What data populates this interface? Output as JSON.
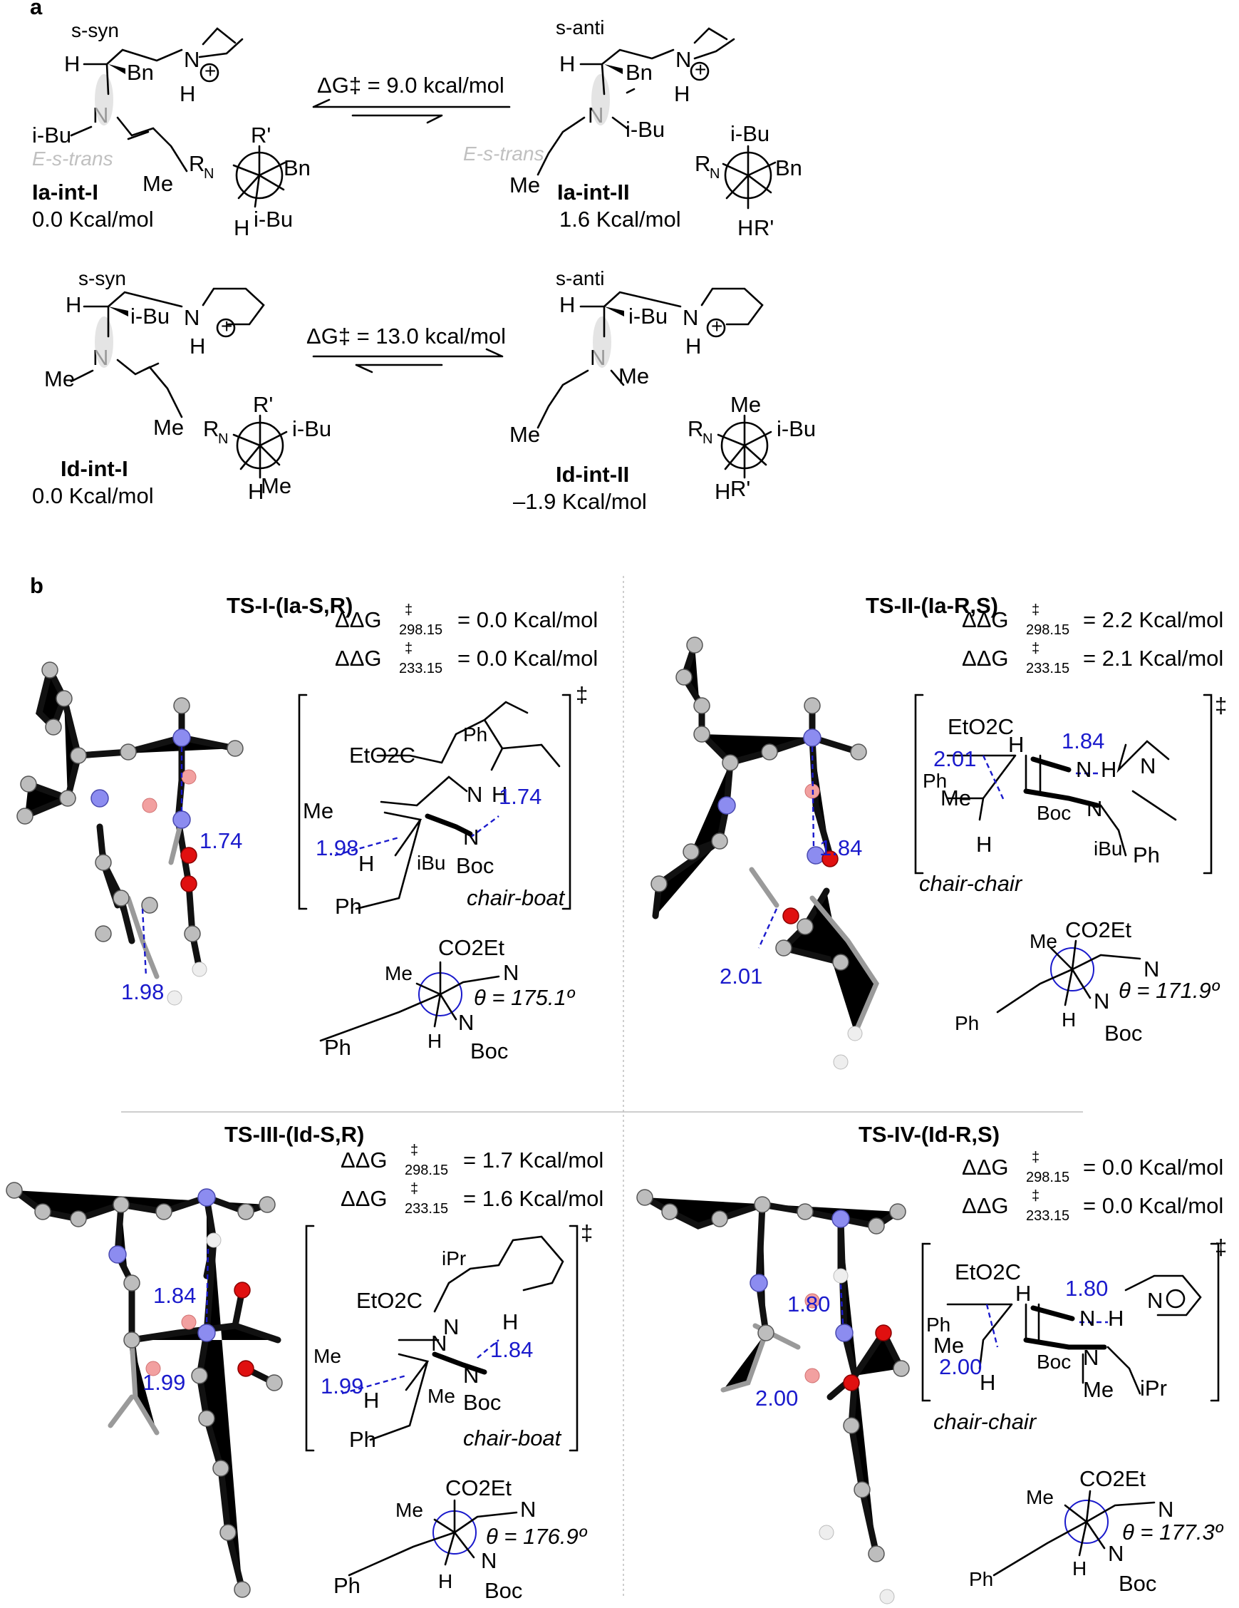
{
  "panel_a": {
    "label": "a",
    "row1": {
      "left": {
        "conf": "s-syn",
        "name": "Ia-int-I",
        "energy": "0.0 Kcal/mol",
        "ghost": "E-s-trans",
        "atoms": {
          "H": "H",
          "Bn": "Bn",
          "N": "N",
          "NH": "H",
          "iBu": "i-Bu",
          "Me": "Me"
        },
        "newman": {
          "RN": "R",
          "RN_sub": "N",
          "top": "R'",
          "right": "Bn",
          "bottom_left": "H",
          "bottom_right": "i-Bu"
        }
      },
      "arrow": {
        "label": "ΔG‡ = 9.0 kcal/mol"
      },
      "right": {
        "conf": "s-anti",
        "name": "Ia-int-II",
        "energy": "1.6 Kcal/mol",
        "ghost": "E-s-trans",
        "atoms": {
          "H": "H",
          "Bn": "Bn",
          "N": "N",
          "NH": "H",
          "iBu": "i-Bu",
          "Me": "Me"
        },
        "newman": {
          "RN": "R",
          "RN_sub": "N",
          "top": "i-Bu",
          "right": "Bn",
          "bottom_left": "H",
          "bottom_right": "R'"
        }
      }
    },
    "row2": {
      "left": {
        "conf": "s-syn",
        "name": "Id-int-I",
        "energy": "0.0 Kcal/mol",
        "atoms": {
          "H": "H",
          "iBu": "i-Bu",
          "N": "N",
          "NH": "H",
          "Me1": "Me",
          "Me2": "Me"
        },
        "newman": {
          "RN": "R",
          "RN_sub": "N",
          "top": "R'",
          "right": "i-Bu",
          "bottom_left": "H",
          "bottom_right": "Me"
        }
      },
      "arrow": {
        "label": "ΔG‡ = 13.0 kcal/mol"
      },
      "right": {
        "conf": "s-anti",
        "name": "Id-int-II",
        "energy": "–1.9 Kcal/mol",
        "atoms": {
          "H": "H",
          "iBu": "i-Bu",
          "N": "N",
          "NH": "H",
          "Me1": "Me",
          "Me2": "Me"
        },
        "newman": {
          "RN": "R",
          "RN_sub": "N",
          "top": "Me",
          "right": "i-Bu",
          "bottom_left": "H",
          "bottom_right": "R'"
        }
      }
    }
  },
  "panel_b": {
    "label": "b",
    "ts": [
      {
        "title": "TS-I-(Ia-S,R)",
        "dg298": "= 0.0 Kcal/mol",
        "dg233": "= 0.0 Kcal/mol",
        "dist_3d": [
          "1.74",
          "1.98"
        ],
        "dist_2d": [
          "1.74",
          "1.98"
        ],
        "conf": "chair-boat",
        "labels": [
          "EtO2C",
          "Ph",
          "Me",
          "H",
          "N",
          "H",
          "N",
          "iBu",
          "Boc",
          "Ph"
        ],
        "newman": {
          "top": "CO2Et",
          "left": "Me",
          "right": "N",
          "bottom": "H",
          "sub": "N",
          "boc": "Boc",
          "alkyne": "Ph",
          "theta": "θ = 175.1º"
        }
      },
      {
        "title": "TS-II-(Ia-R,S)",
        "dg298": "= 2.2 Kcal/mol",
        "dg233": "= 2.1 Kcal/mol",
        "dist_3d": [
          "1.84",
          "2.01"
        ],
        "dist_2d": [
          "2.01",
          "1.84"
        ],
        "conf": "chair-chair",
        "labels": [
          "EtO2C",
          "H",
          "Ph",
          "Me",
          "N",
          "H",
          "N",
          "Boc",
          "N",
          "iBu",
          "H",
          "Ph"
        ],
        "newman": {
          "top": "CO2Et",
          "left": "Me",
          "right": "N",
          "bottom": "H",
          "sub": "N",
          "boc": "Boc",
          "alkyne": "Ph",
          "theta": "θ = 171.9º"
        }
      },
      {
        "title": "TS-III-(Id-S,R)",
        "dg298": "= 1.7 Kcal/mol",
        "dg233": "= 1.6 Kcal/mol",
        "dist_3d": [
          "1.84",
          "1.99"
        ],
        "dist_2d": [
          "1.84",
          "1.99"
        ],
        "conf": "chair-boat",
        "labels": [
          "iPr",
          "EtO2C",
          "N",
          "H",
          "Me",
          "N",
          "N",
          "Me",
          "Boc",
          "H",
          "Ph"
        ],
        "newman": {
          "top": "CO2Et",
          "left": "Me",
          "right": "N",
          "bottom": "H",
          "sub": "N",
          "boc": "Boc",
          "alkyne": "Ph",
          "theta": "θ = 176.9º"
        }
      },
      {
        "title": "TS-IV-(Id-R,S)",
        "dg298": "= 0.0 Kcal/mol",
        "dg233": "= 0.0 Kcal/mol",
        "dist_3d": [
          "1.80",
          "2.00"
        ],
        "dist_2d": [
          "1.80",
          "2.00"
        ],
        "conf": "chair-chair",
        "labels": [
          "EtO2C",
          "H",
          "Ph",
          "Me",
          "N",
          "H",
          "N",
          "Boc",
          "N",
          "Me",
          "H",
          "iPr"
        ],
        "newman": {
          "top": "CO2Et",
          "left": "Me",
          "right": "N",
          "bottom": "H",
          "sub": "N",
          "boc": "Boc",
          "alkyne": "Ph",
          "theta": "θ = 177.3º"
        }
      }
    ],
    "ddg_label": "ΔΔG",
    "ddg_sub298": "298.15",
    "ddg_sub233": "233.15",
    "ddg_sup": "‡",
    "bracket_sup": "‡"
  },
  "colors": {
    "carbon": "#bdbdbd",
    "nitrogen": "#8c8cf0",
    "oxygen": "#e01010",
    "hbond": "#1a1acc",
    "ghost_text": "#c0c0c0",
    "divider": "#bdbdbd"
  }
}
